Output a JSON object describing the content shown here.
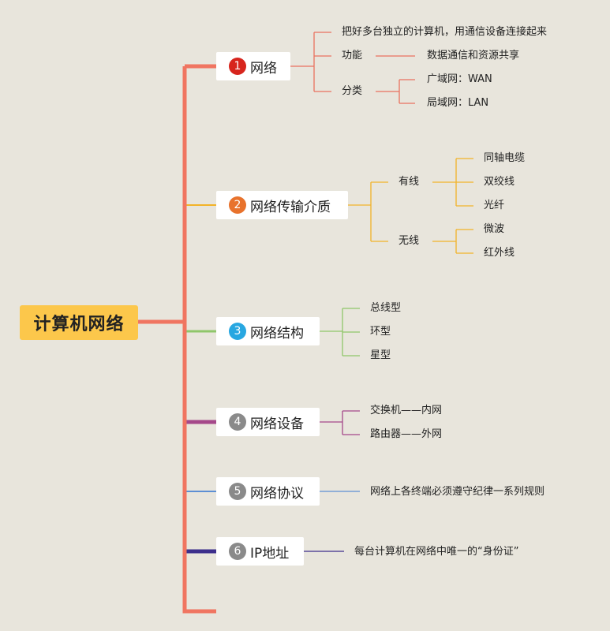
{
  "root": {
    "label": "计算机网络",
    "color": "#fcc74b"
  },
  "branches": [
    {
      "num": "1",
      "label": "网络",
      "color": "#e9725f",
      "badge": "#d7251d",
      "children": [
        {
          "label": "把好多台独立的计算机，用通信设备连接起来"
        },
        {
          "label": "功能",
          "children": [
            {
              "label": "数据通信和资源共享"
            }
          ]
        },
        {
          "label": "分类",
          "children": [
            {
              "label": "广域网：WAN"
            },
            {
              "label": "局域网：LAN"
            }
          ]
        }
      ]
    },
    {
      "num": "2",
      "label": "网络传输介质",
      "color": "#f2b328",
      "badge": "#e8722c",
      "children": [
        {
          "label": "有线",
          "children": [
            {
              "label": "同轴电缆"
            },
            {
              "label": "双绞线"
            },
            {
              "label": "光纤"
            }
          ]
        },
        {
          "label": "无线",
          "children": [
            {
              "label": "微波"
            },
            {
              "label": "红外线"
            }
          ]
        }
      ]
    },
    {
      "num": "3",
      "label": "网络结构",
      "color": "#8fc66a",
      "badge": "#28a7e1",
      "children": [
        {
          "label": "总线型"
        },
        {
          "label": "环型"
        },
        {
          "label": "星型"
        }
      ]
    },
    {
      "num": "4",
      "label": "网络设备",
      "color": "#a5488a",
      "badge": "#8a8a8a",
      "children": [
        {
          "label": "交换机——内网"
        },
        {
          "label": "路由器——外网"
        }
      ]
    },
    {
      "num": "5",
      "label": "网络协议",
      "color": "#5d8fd4",
      "badge": "#8a8a8a",
      "children": [
        {
          "label": "网络上各终端必须遵守纪律一系列规则"
        }
      ]
    },
    {
      "num": "6",
      "label": "IP地址",
      "color": "#3d2f8c",
      "badge": "#8a8a8a",
      "children": [
        {
          "label": "每台计算机在网络中唯一的“身份证”"
        }
      ]
    }
  ],
  "trunk_color": "#f07561"
}
